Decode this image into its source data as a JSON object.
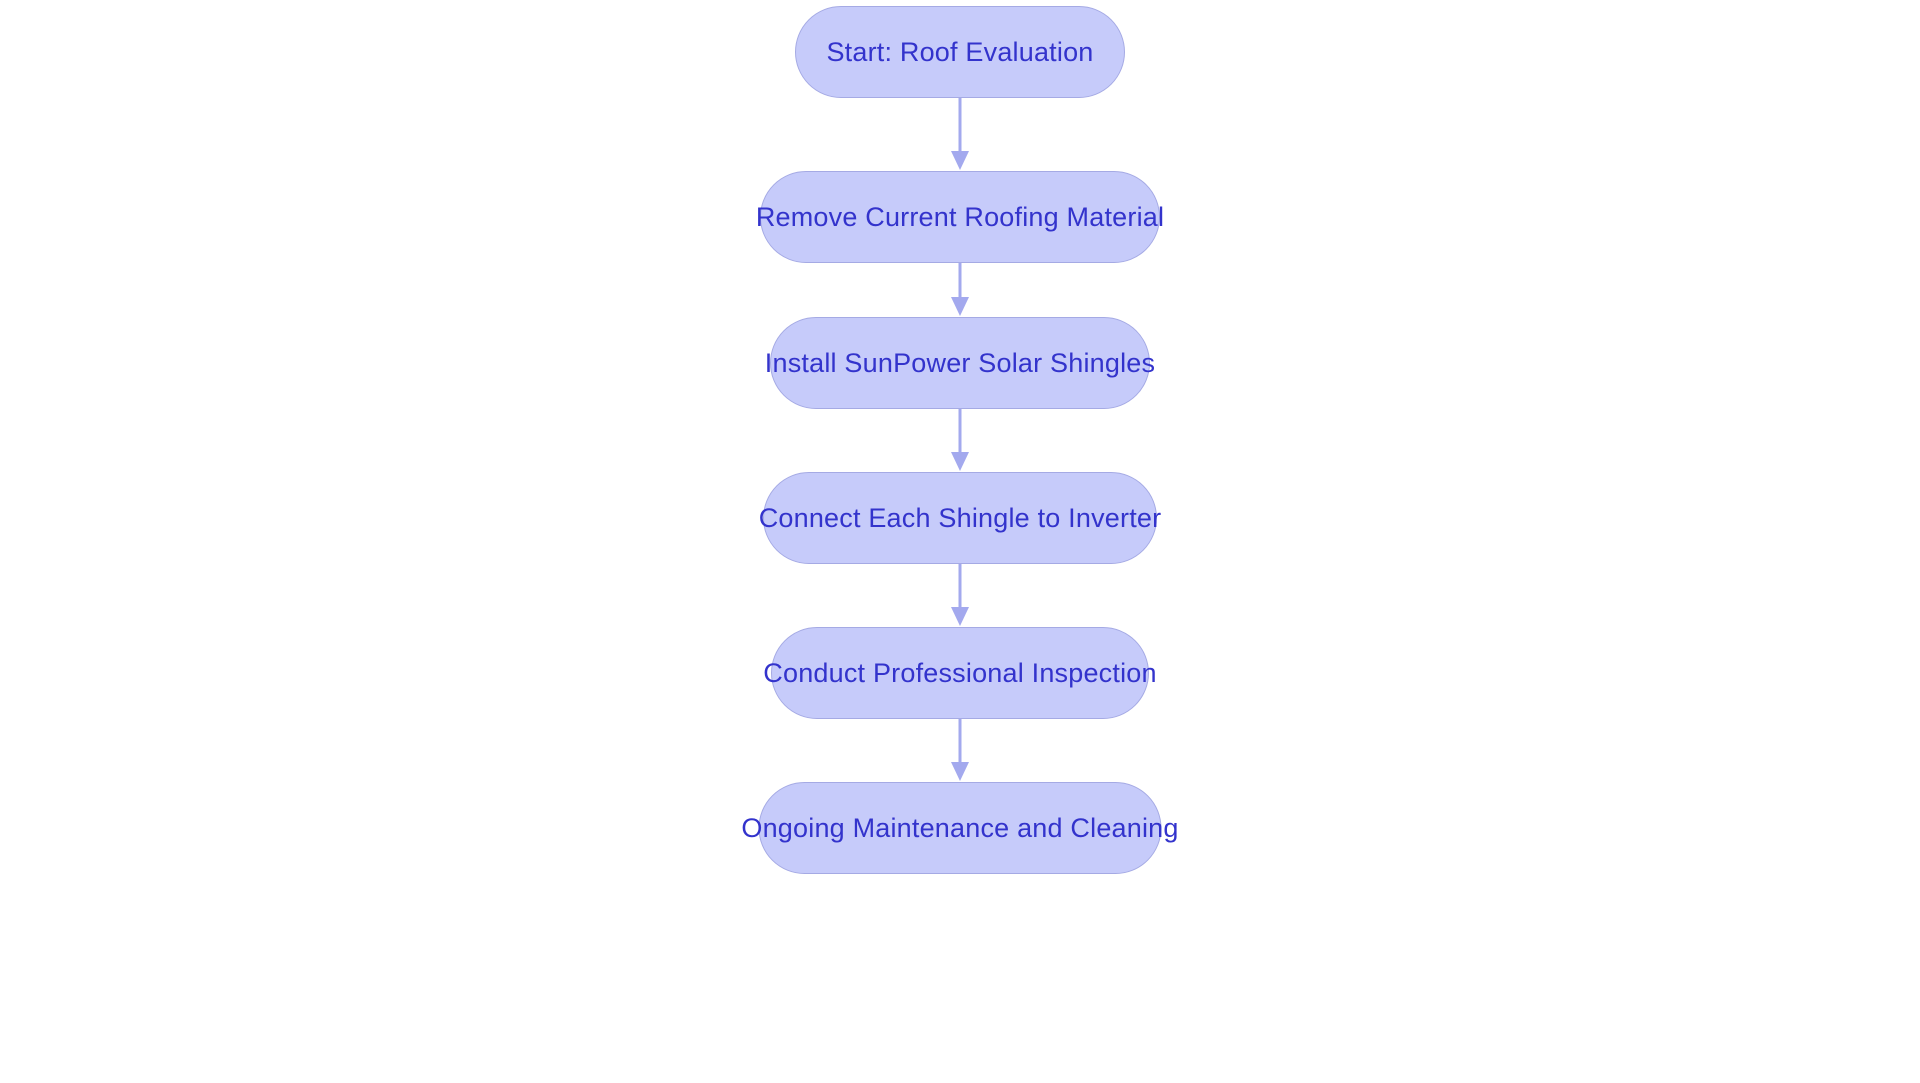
{
  "diagram": {
    "type": "flowchart",
    "orientation": "top-to-bottom",
    "background_color": "#ffffff",
    "node_fill_color": "#c6cbfa",
    "node_border_color": "#a5aae4",
    "node_text_color": "#3333cc",
    "connector_color": "#a3a9ee",
    "nodes": [
      {
        "id": "start-roof-evaluation",
        "label": "Start: Roof Evaluation"
      },
      {
        "id": "remove-current-roofing",
        "label": "Remove Current Roofing Material"
      },
      {
        "id": "install-sunpower-shingles",
        "label": "Install SunPower Solar Shingles"
      },
      {
        "id": "connect-shingle-inverter",
        "label": "Connect Each Shingle to Inverter"
      },
      {
        "id": "conduct-professional-inspection",
        "label": "Conduct Professional Inspection"
      },
      {
        "id": "ongoing-maintenance",
        "label": "Ongoing Maintenance and Cleaning"
      }
    ],
    "connectors": [
      {
        "from": "start-roof-evaluation",
        "to": "remove-current-roofing",
        "arrow": "down"
      },
      {
        "from": "remove-current-roofing",
        "to": "install-sunpower-shingles",
        "arrow": "down"
      },
      {
        "from": "install-sunpower-shingles",
        "to": "connect-shingle-inverter",
        "arrow": "down"
      },
      {
        "from": "connect-shingle-inverter",
        "to": "conduct-professional-inspection",
        "arrow": "down"
      },
      {
        "from": "conduct-professional-inspection",
        "to": "ongoing-maintenance",
        "arrow": "down"
      }
    ]
  }
}
